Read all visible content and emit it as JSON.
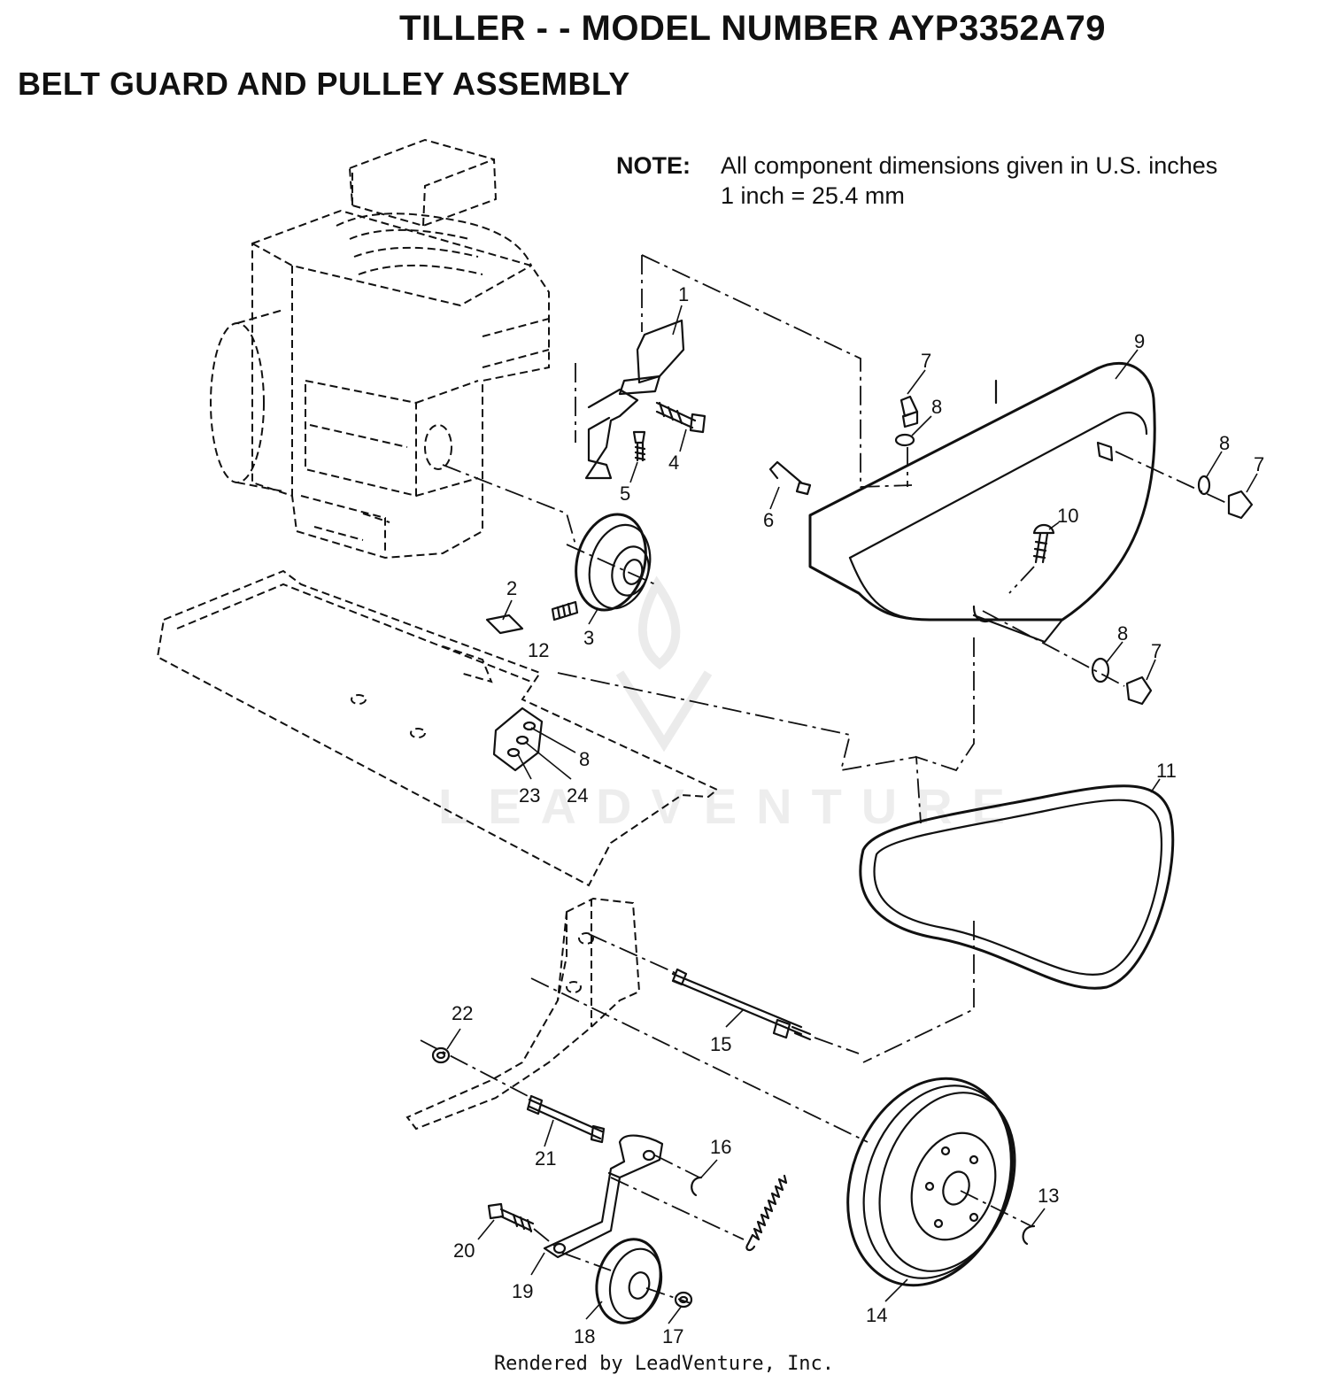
{
  "header": {
    "title": "TILLER - - MODEL NUMBER AYP3352A79",
    "subtitle": "BELT GUARD AND PULLEY ASSEMBLY"
  },
  "note": {
    "label": "NOTE:",
    "line1": "All component dimensions given in U.S. inches",
    "line2": "1 inch = 25.4 mm"
  },
  "callouts": {
    "c1": "1",
    "c2": "2",
    "c3": "3",
    "c4": "4",
    "c5": "5",
    "c6": "6",
    "c7a": "7",
    "c7b": "7",
    "c7c": "7",
    "c8a": "8",
    "c8b": "8",
    "c8c": "8",
    "c8d": "8",
    "c9": "9",
    "c10": "10",
    "c11": "11",
    "c12": "12",
    "c13": "13",
    "c14": "14",
    "c15": "15",
    "c16": "16",
    "c17": "17",
    "c18": "18",
    "c19": "19",
    "c20": "20",
    "c21": "21",
    "c22": "22",
    "c23": "23",
    "c24": "24"
  },
  "watermark": "LEADVENTURE",
  "footer": "Rendered by LeadVenture, Inc."
}
